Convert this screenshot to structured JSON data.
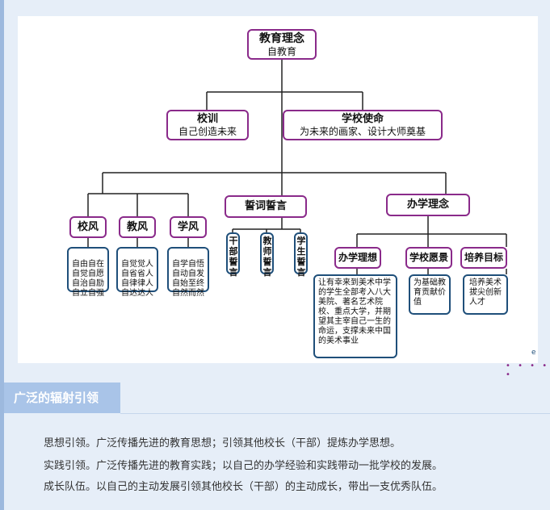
{
  "diagram": {
    "root": {
      "title": "教育理念",
      "subtitle": "自教育"
    },
    "motto": {
      "title": "校训",
      "subtitle": "自己创造未来"
    },
    "mission": {
      "title": "学校使命",
      "subtitle": "为未来的画家、设计大师奠基"
    },
    "oath": {
      "title": "誓词誓言",
      "items": [
        "干部誓言",
        "教师誓言",
        "学生誓言"
      ]
    },
    "philosophy": {
      "title": "办学理念"
    },
    "ethos": [
      {
        "title": "校风",
        "text": "自由自在\n自觉自愿\n自治自励\n自立自强"
      },
      {
        "title": "教风",
        "text": "自觉觉人\n自省省人\n自律律人\n自达达人"
      },
      {
        "title": "学风",
        "text": "自学自悟\n自动自发\n自始至终\n自然而然"
      }
    ],
    "ideal": {
      "title": "办学理想",
      "text": "让有幸来到美术中学的学生全部考入八大美院、著名艺术院校、重点大学，并期望其主宰自己一生的命运，支撑未来中国的美术事业"
    },
    "vision": {
      "title": "学校愿景",
      "text": "为基础教育贡献价值"
    },
    "goal": {
      "title": "培养目标",
      "text": "培养美术拔尖创新人才"
    }
  },
  "section": {
    "title": "广泛的辐射引领",
    "paragraphs": [
      "思想引领。广泛传播先进的教育思想；引领其他校长（干部）提炼办学思想。",
      "实践引领。广泛传播先进的教育实践；以自己的办学经验和实践带动一批学校的发展。",
      "成长队伍。以自己的主动发展引领其他校长（干部）的主动成长，带出一支优秀队伍。"
    ]
  }
}
